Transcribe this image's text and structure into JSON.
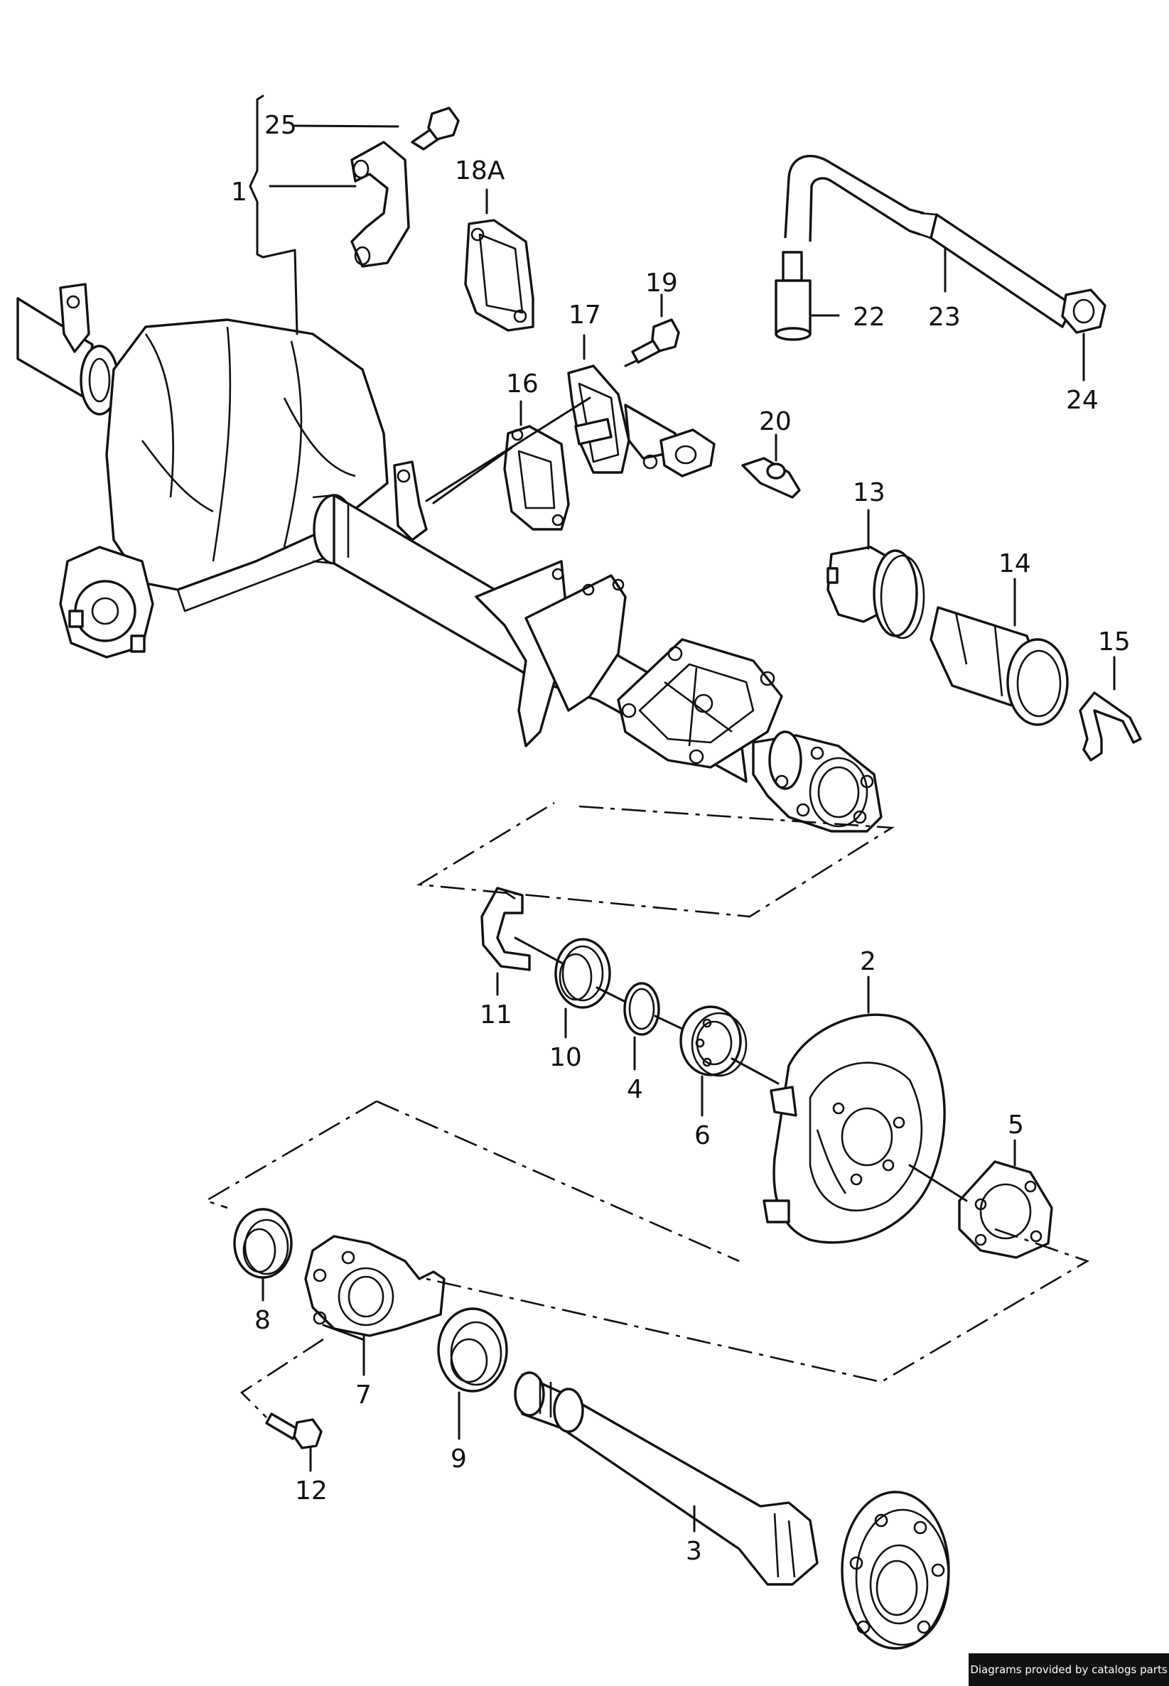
{
  "labels": {
    "p1": "1",
    "p2": "2",
    "p3": "3",
    "p4": "4",
    "p5": "5",
    "p6": "6",
    "p7": "7",
    "p8": "8",
    "p9": "9",
    "p10": "10",
    "p11": "11",
    "p12": "12",
    "p13": "13",
    "p14": "14",
    "p15": "15",
    "p16": "16",
    "p17": "17",
    "p18a": "18A",
    "p19": "19",
    "p20": "20",
    "p22": "22",
    "p23": "23",
    "p24": "24",
    "p25": "25"
  },
  "credit": "Diagrams provided by catalogs parts"
}
